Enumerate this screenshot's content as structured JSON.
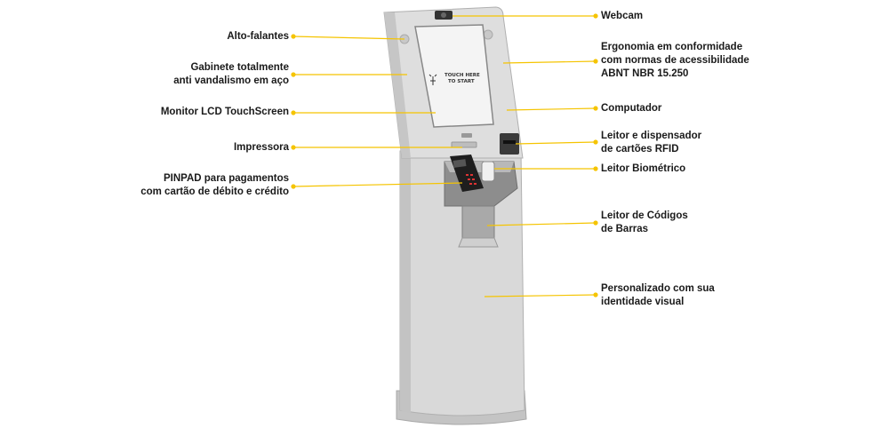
{
  "screen": {
    "line1": "TOUCH HERE",
    "line2": "TO START"
  },
  "colors": {
    "leader": "#f5c400",
    "kiosk_body": "#d6d6d6",
    "kiosk_shade": "#b9b9b9",
    "screen": "#f4f4f4"
  },
  "callouts_left": [
    {
      "id": "alto-falantes",
      "lines": [
        "Alto-falantes"
      ]
    },
    {
      "id": "gabinete",
      "lines": [
        "Gabinete totalmente",
        "anti vandalismo em aço"
      ]
    },
    {
      "id": "monitor",
      "lines": [
        "Monitor LCD TouchScreen"
      ]
    },
    {
      "id": "impressora",
      "lines": [
        "Impressora"
      ]
    },
    {
      "id": "pinpad",
      "lines": [
        "PINPAD para pagamentos",
        "com cartão de débito e crédito"
      ]
    }
  ],
  "callouts_right": [
    {
      "id": "webcam",
      "lines": [
        "Webcam"
      ]
    },
    {
      "id": "ergonomia",
      "lines": [
        "Ergonomia em conformidade",
        "com normas de acessibilidade",
        "ABNT NBR 15.250"
      ]
    },
    {
      "id": "computador",
      "lines": [
        "Computador"
      ]
    },
    {
      "id": "rfid",
      "lines": [
        "Leitor e dispensador",
        "de cartões RFID"
      ]
    },
    {
      "id": "biometrico",
      "lines": [
        "Leitor Biométrico"
      ]
    },
    {
      "id": "codigos",
      "lines": [
        "Leitor de Códigos",
        "de Barras"
      ]
    },
    {
      "id": "personalizado",
      "lines": [
        "Personalizado com sua",
        "identidade visual"
      ]
    }
  ]
}
